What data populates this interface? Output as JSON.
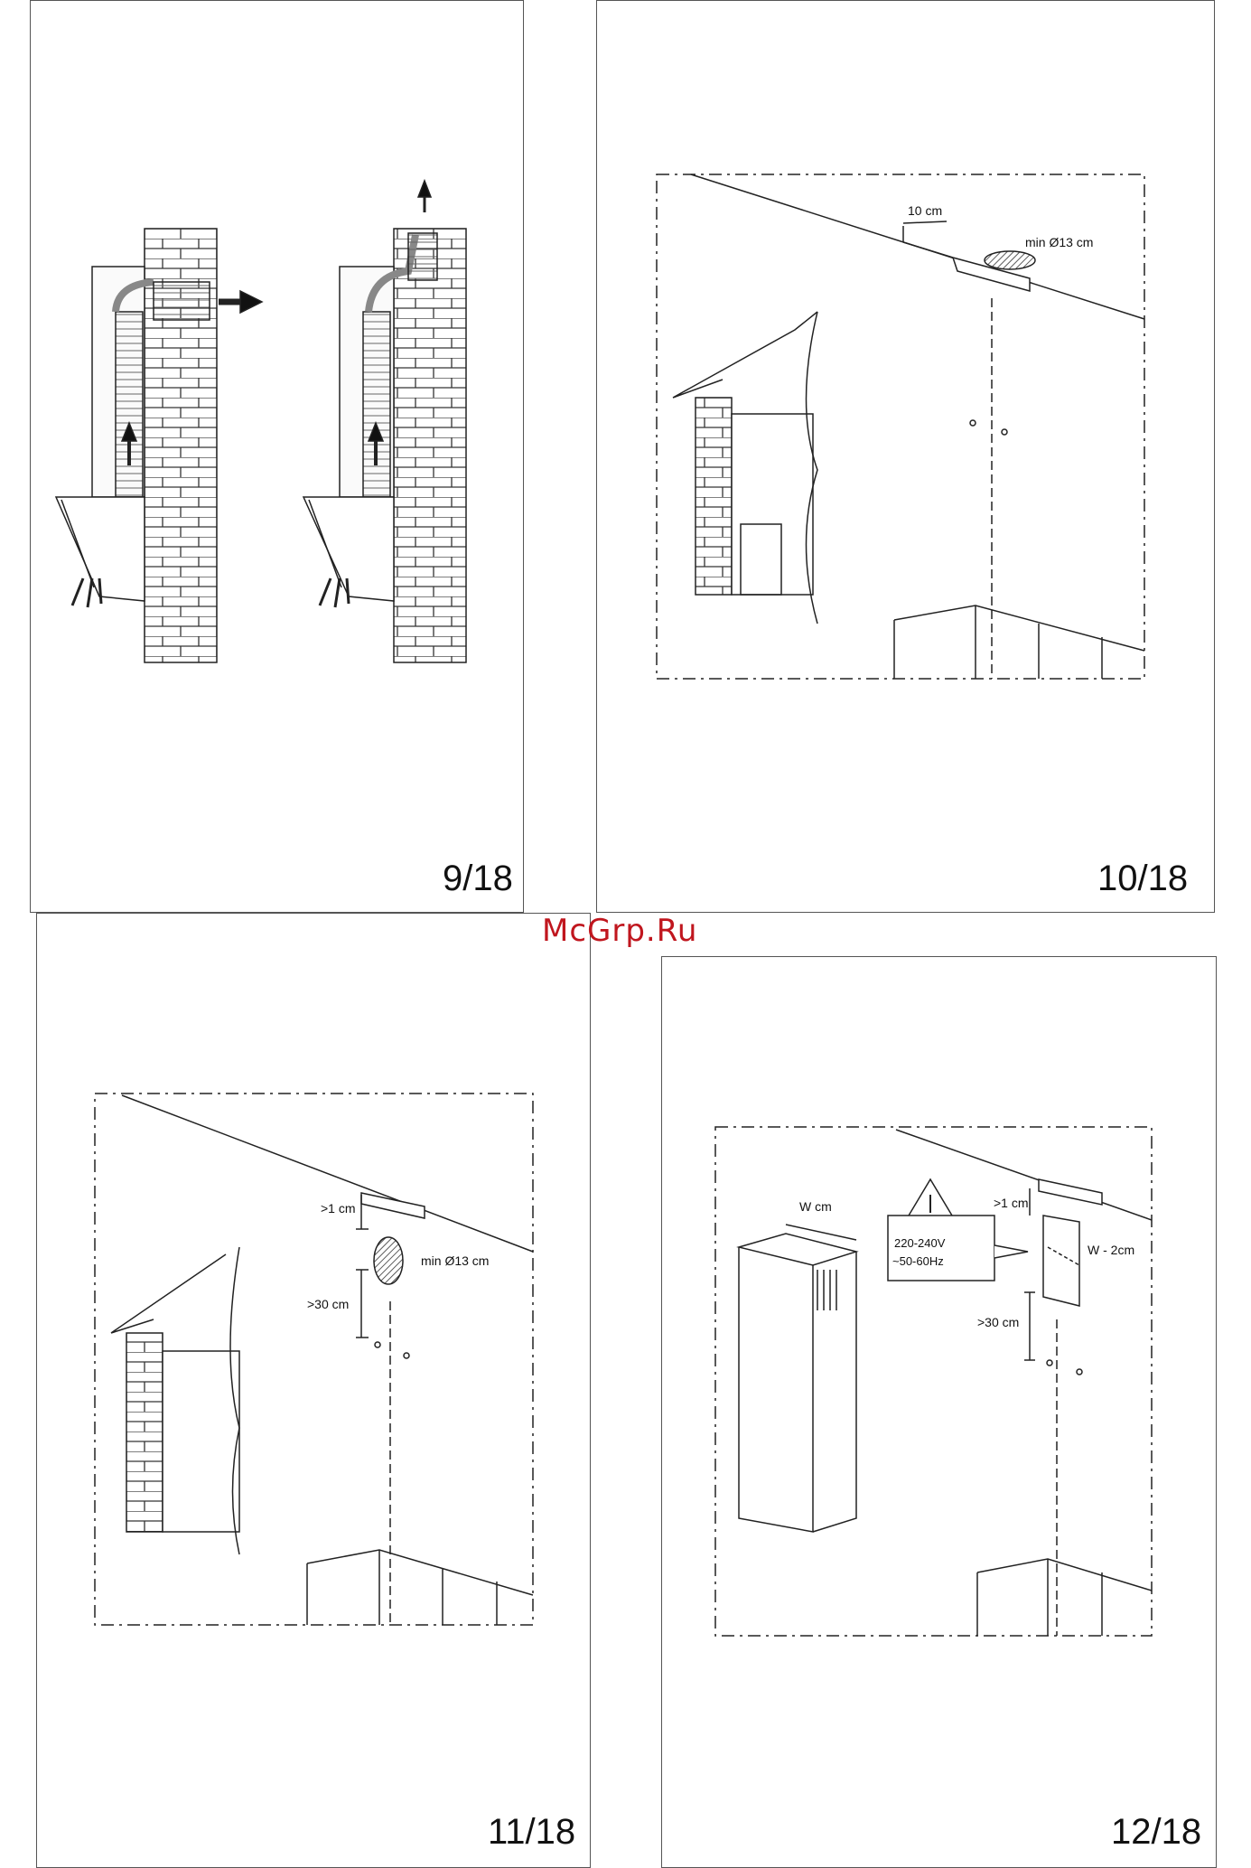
{
  "watermark": "McGrp.Ru",
  "pages": [
    {
      "number": "9/18"
    },
    {
      "number": "10/18",
      "labels": {
        "offset": "10 cm",
        "diameter": "min Ø13 cm"
      }
    },
    {
      "number": "11/18",
      "labels": {
        "offset": ">1 cm",
        "diameter": "min Ø13 cm",
        "height": ">30 cm"
      }
    },
    {
      "number": "12/18",
      "labels": {
        "offset": ">1 cm",
        "width": "W cm",
        "voltage": "220-240V",
        "frequency": "~50-60Hz",
        "width_minus": "W - 2cm",
        "height": ">30 cm"
      }
    }
  ]
}
